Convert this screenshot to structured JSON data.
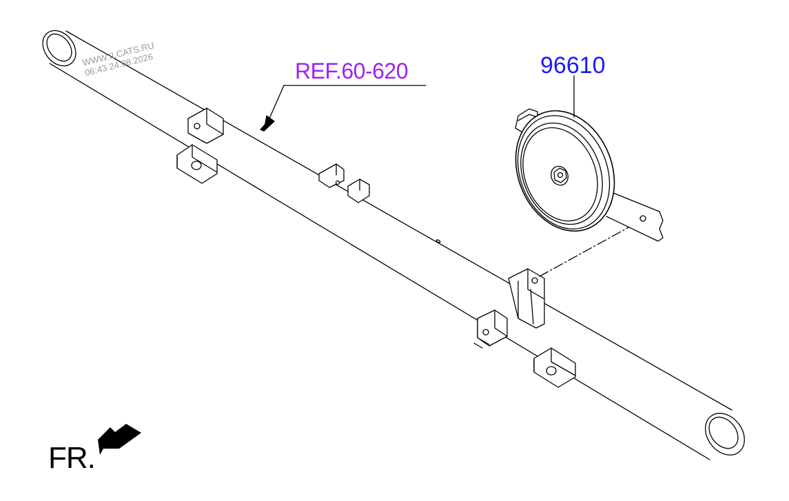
{
  "watermark": {
    "line1": "WWW.ILCATS.RU",
    "line2": "06:43 24.08.2026"
  },
  "labels": {
    "reference": "REF.60-620",
    "part_number": "96610",
    "front_indicator": "FR."
  },
  "colors": {
    "reference": "#a020f0",
    "part_number": "#1a1aff",
    "lines": "#000000",
    "watermark": "#9a9a9a"
  },
  "icons": {
    "front_arrow": "arrow-down-left-icon"
  }
}
